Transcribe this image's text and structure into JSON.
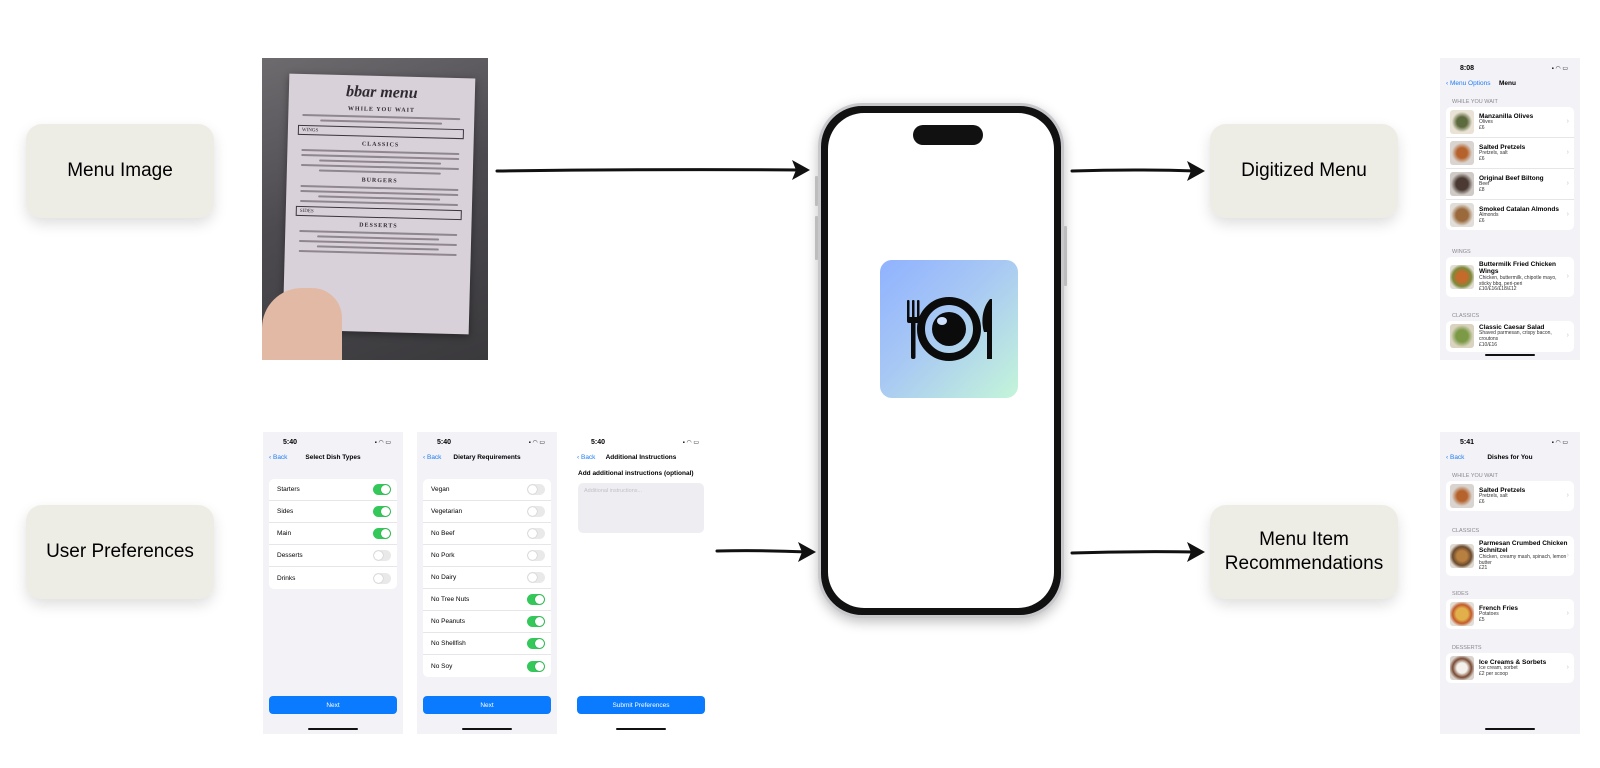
{
  "labels": {
    "menu_image": "Menu Image",
    "user_preferences": "User Preferences",
    "digitized_menu": "Digitized Menu",
    "recommendations_line1": "Menu Item",
    "recommendations_line2": "Recommendations"
  },
  "menu_photo": {
    "title": "bbar menu",
    "sections": [
      "WHILE YOU WAIT",
      "CLASSICS",
      "BURGERS",
      "DESSERTS"
    ],
    "wings": "WINGS",
    "sides": "SIDES"
  },
  "screen_dish_types": {
    "time": "5:40",
    "back": "Back",
    "title": "Select Dish Types",
    "rows": [
      {
        "label": "Starters",
        "on": true
      },
      {
        "label": "Sides",
        "on": true
      },
      {
        "label": "Main",
        "on": true
      },
      {
        "label": "Desserts",
        "on": false
      },
      {
        "label": "Drinks",
        "on": false
      }
    ],
    "button": "Next"
  },
  "screen_dietary": {
    "time": "5:40",
    "back": "Back",
    "title": "Dietary Requirements",
    "rows": [
      {
        "label": "Vegan",
        "on": false
      },
      {
        "label": "Vegetarian",
        "on": false
      },
      {
        "label": "No Beef",
        "on": false
      },
      {
        "label": "No Pork",
        "on": false
      },
      {
        "label": "No Dairy",
        "on": false
      },
      {
        "label": "No Tree Nuts",
        "on": true
      },
      {
        "label": "No Peanuts",
        "on": true
      },
      {
        "label": "No Shellfish",
        "on": true
      },
      {
        "label": "No Soy",
        "on": true
      }
    ],
    "button": "Next"
  },
  "screen_instructions": {
    "time": "5:40",
    "back": "Back",
    "title": "Additional Instructions",
    "prompt": "Add additional instructions (optional)",
    "placeholder": "Additional instructions...",
    "button": "Submit Preferences"
  },
  "screen_digitized": {
    "time": "8:08",
    "back": "Menu Options",
    "title": "Menu",
    "sections": [
      {
        "header": "WHILE YOU WAIT",
        "items": [
          {
            "name": "Manzanilla Olives",
            "desc": "Olives",
            "price": "£6"
          },
          {
            "name": "Salted Pretzels",
            "desc": "Pretzels, salt",
            "price": "£6"
          },
          {
            "name": "Original Beef Biltong",
            "desc": "Beef",
            "price": "£8"
          },
          {
            "name": "Smoked Catalan Almonds",
            "desc": "Almonds",
            "price": "£6"
          }
        ]
      },
      {
        "header": "WINGS",
        "items": [
          {
            "name": "Buttermilk Fried Chicken Wings",
            "desc": "Chicken, buttermilk, chipotle mayo, sticky bbq, peri-peri",
            "price": "£10/£16/£18/£12"
          }
        ]
      },
      {
        "header": "CLASSICS",
        "items": [
          {
            "name": "Classic Caesar Salad",
            "desc": "Shaved parmesan, crispy bacon, croutons",
            "price": "£10/£16"
          }
        ]
      }
    ]
  },
  "screen_recommended": {
    "time": "5:41",
    "back": "Back",
    "title": "Dishes for You",
    "sections": [
      {
        "header": "WHILE YOU WAIT",
        "items": [
          {
            "name": "Salted Pretzels",
            "desc": "Pretzels, salt",
            "price": "£6"
          }
        ]
      },
      {
        "header": "CLASSICS",
        "items": [
          {
            "name": "Parmesan Crumbed Chicken Schnitzel",
            "desc": "Chicken, creamy mash, spinach, lemon butter",
            "price": "£21"
          }
        ]
      },
      {
        "header": "SIDES",
        "items": [
          {
            "name": "French Fries",
            "desc": "Potatoes",
            "price": "£5"
          }
        ]
      },
      {
        "header": "DESSERTS",
        "items": [
          {
            "name": "Ice Creams & Sorbets",
            "desc": "Ice cream, sorbet",
            "price": "£2 per scoop"
          }
        ]
      }
    ]
  },
  "icons": {
    "app": "fork-plate-knife-icon",
    "back": "chevron-left-icon",
    "disclosure": "chevron-right-icon"
  },
  "colors": {
    "label_bg": "#eeede5",
    "toggle_on": "#34c759",
    "button": "#0a7aff",
    "link": "#1f7cf2"
  }
}
